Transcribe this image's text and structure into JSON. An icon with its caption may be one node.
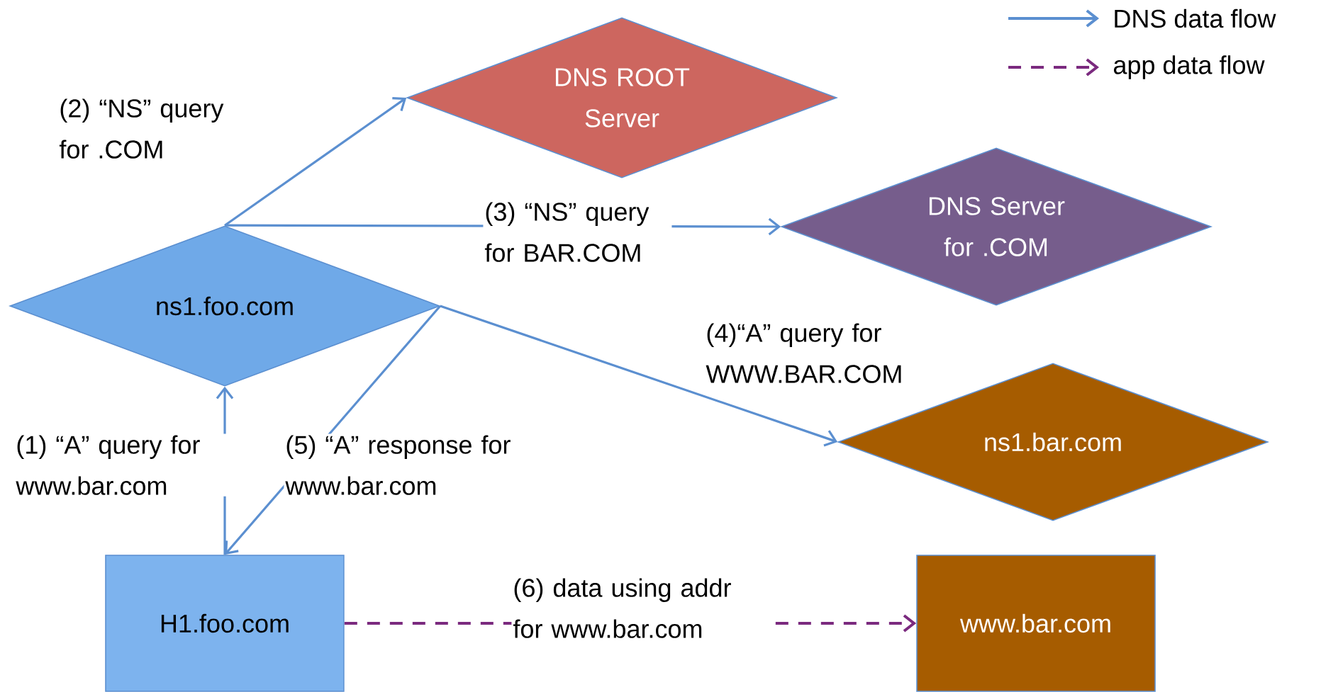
{
  "diagram": {
    "nodes": [
      {
        "text": [
          "DNS ROOT Server"
        ]
      },
      {
        "text": [
          "DNS Server for .COM"
        ]
      },
      {
        "text": [
          "ns1.foo.com"
        ]
      },
      {
        "text": [
          "ns1.bar.com"
        ]
      },
      {
        "text": [
          "H1.foo.com"
        ]
      },
      {
        "text": [
          "www.bar.com"
        ]
      }
    ],
    "edges": [
      {
        "from": 2,
        "to": 0,
        "arrow": "to",
        "label": "(2) “NS” query for .COM"
      },
      {
        "from": 2,
        "to": 1,
        "arrow": "to",
        "label": "(3) “NS” query for BAR.COM"
      },
      {
        "from": 2,
        "to": 3,
        "arrow": "to",
        "label": "(4)“A” query for WWW.BAR.COM"
      },
      {
        "from": 4,
        "to": 2,
        "arrow": "to",
        "label": "(1) “A” query for www.bar.com"
      },
      {
        "from": 2,
        "to": 4,
        "arrow": "to",
        "label": "(5) “A” response for www.bar.com"
      },
      {
        "from": 4,
        "to": 5,
        "arrow": "to",
        "label": "(6) data using addr for www.bar.com",
        "style": "dashed",
        "color": "#7b2a7f"
      }
    ],
    "legend": [
      {
        "text": "DNS data flow"
      },
      {
        "text": "app data flow"
      }
    ]
  }
}
